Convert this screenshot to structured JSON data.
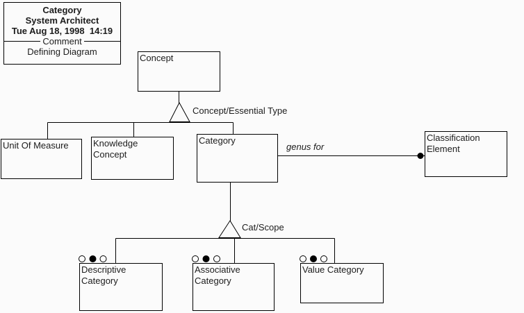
{
  "colors": {
    "background": "#fbfbfb",
    "line": "#000000",
    "text": "#1c1c1c"
  },
  "header": {
    "title": "Category",
    "app_name": "System Architect",
    "timestamp": "Tue Aug 18, 1998  14:19",
    "divider_label": "Comment",
    "diagram_type": "Defining Diagram"
  },
  "nodes": {
    "concept": {
      "label": "Concept"
    },
    "unit_of_measure": {
      "label": "Unit Of Measure"
    },
    "knowledge_concept": {
      "label": "Knowledge Concept"
    },
    "category": {
      "label": "Category"
    },
    "classification_element": {
      "label": "Classification Element"
    },
    "descriptive_category": {
      "label": "Descriptive Category"
    },
    "associative_category": {
      "label": "Associative Category"
    },
    "value_category": {
      "label": "Value Category"
    }
  },
  "relations": {
    "concept_essential_type": {
      "label": "Concept/Essential Type",
      "symbol": "subtype-triangle"
    },
    "cat_scope": {
      "label": "Cat/Scope",
      "symbol": "subtype-triangle"
    },
    "genus_for": {
      "label": "genus for",
      "symbol": "line-with-filled-dot"
    }
  },
  "icons": {
    "subtype_triangle": "hollow upward triangle",
    "membership_dot": "filled black circle",
    "category_circles_pattern": "open, filled, open"
  }
}
